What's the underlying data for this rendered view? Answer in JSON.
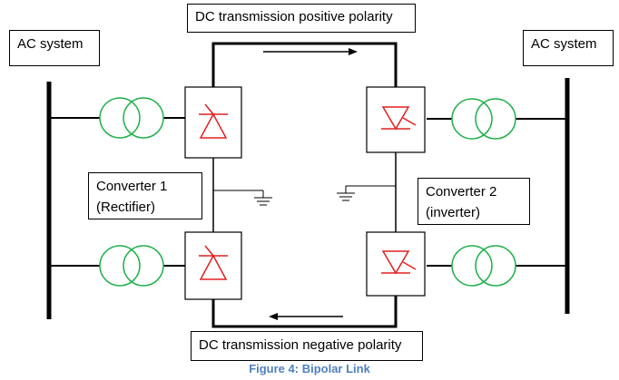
{
  "labels": {
    "ac_left": "AC system",
    "ac_right": "AC system",
    "dc_positive": "DC transmission positive polarity",
    "dc_negative": "DC transmission negative polarity",
    "converter1_line1": "Converter 1",
    "converter1_line2": "(Rectifier)",
    "converter2_line1": "Converter 2",
    "converter2_line2": "(inverter)"
  },
  "caption": "Figure 4: Bipolar Link",
  "colors": {
    "line": "#000000",
    "transformer": "#22b14c",
    "valve": "#e02020",
    "caption": "#4f81bd"
  }
}
